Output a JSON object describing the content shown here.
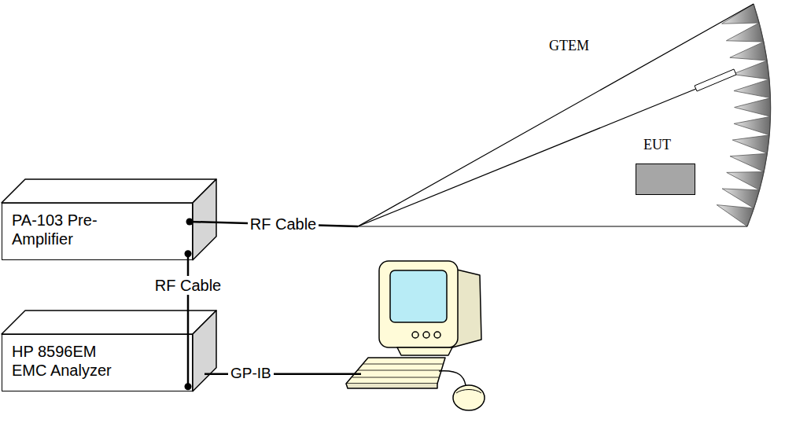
{
  "diagram": {
    "nodes": [
      {
        "text": [
          "GTEM"
        ]
      },
      {
        "text": [
          "EUT"
        ],
        "in": 0
      },
      {
        "text": [
          "PA-103 Pre-Amplifier"
        ]
      },
      {
        "text": [
          "HP 8596EM EMC Analyzer"
        ]
      }
    ],
    "edges": [
      {
        "from": 2,
        "to": 0,
        "arrow": "none",
        "label": "RF Cable"
      },
      {
        "from": 2,
        "to": 3,
        "arrow": "none",
        "label": "RF Cable"
      }
    ],
    "labels": [
      "GP-IB"
    ]
  }
}
